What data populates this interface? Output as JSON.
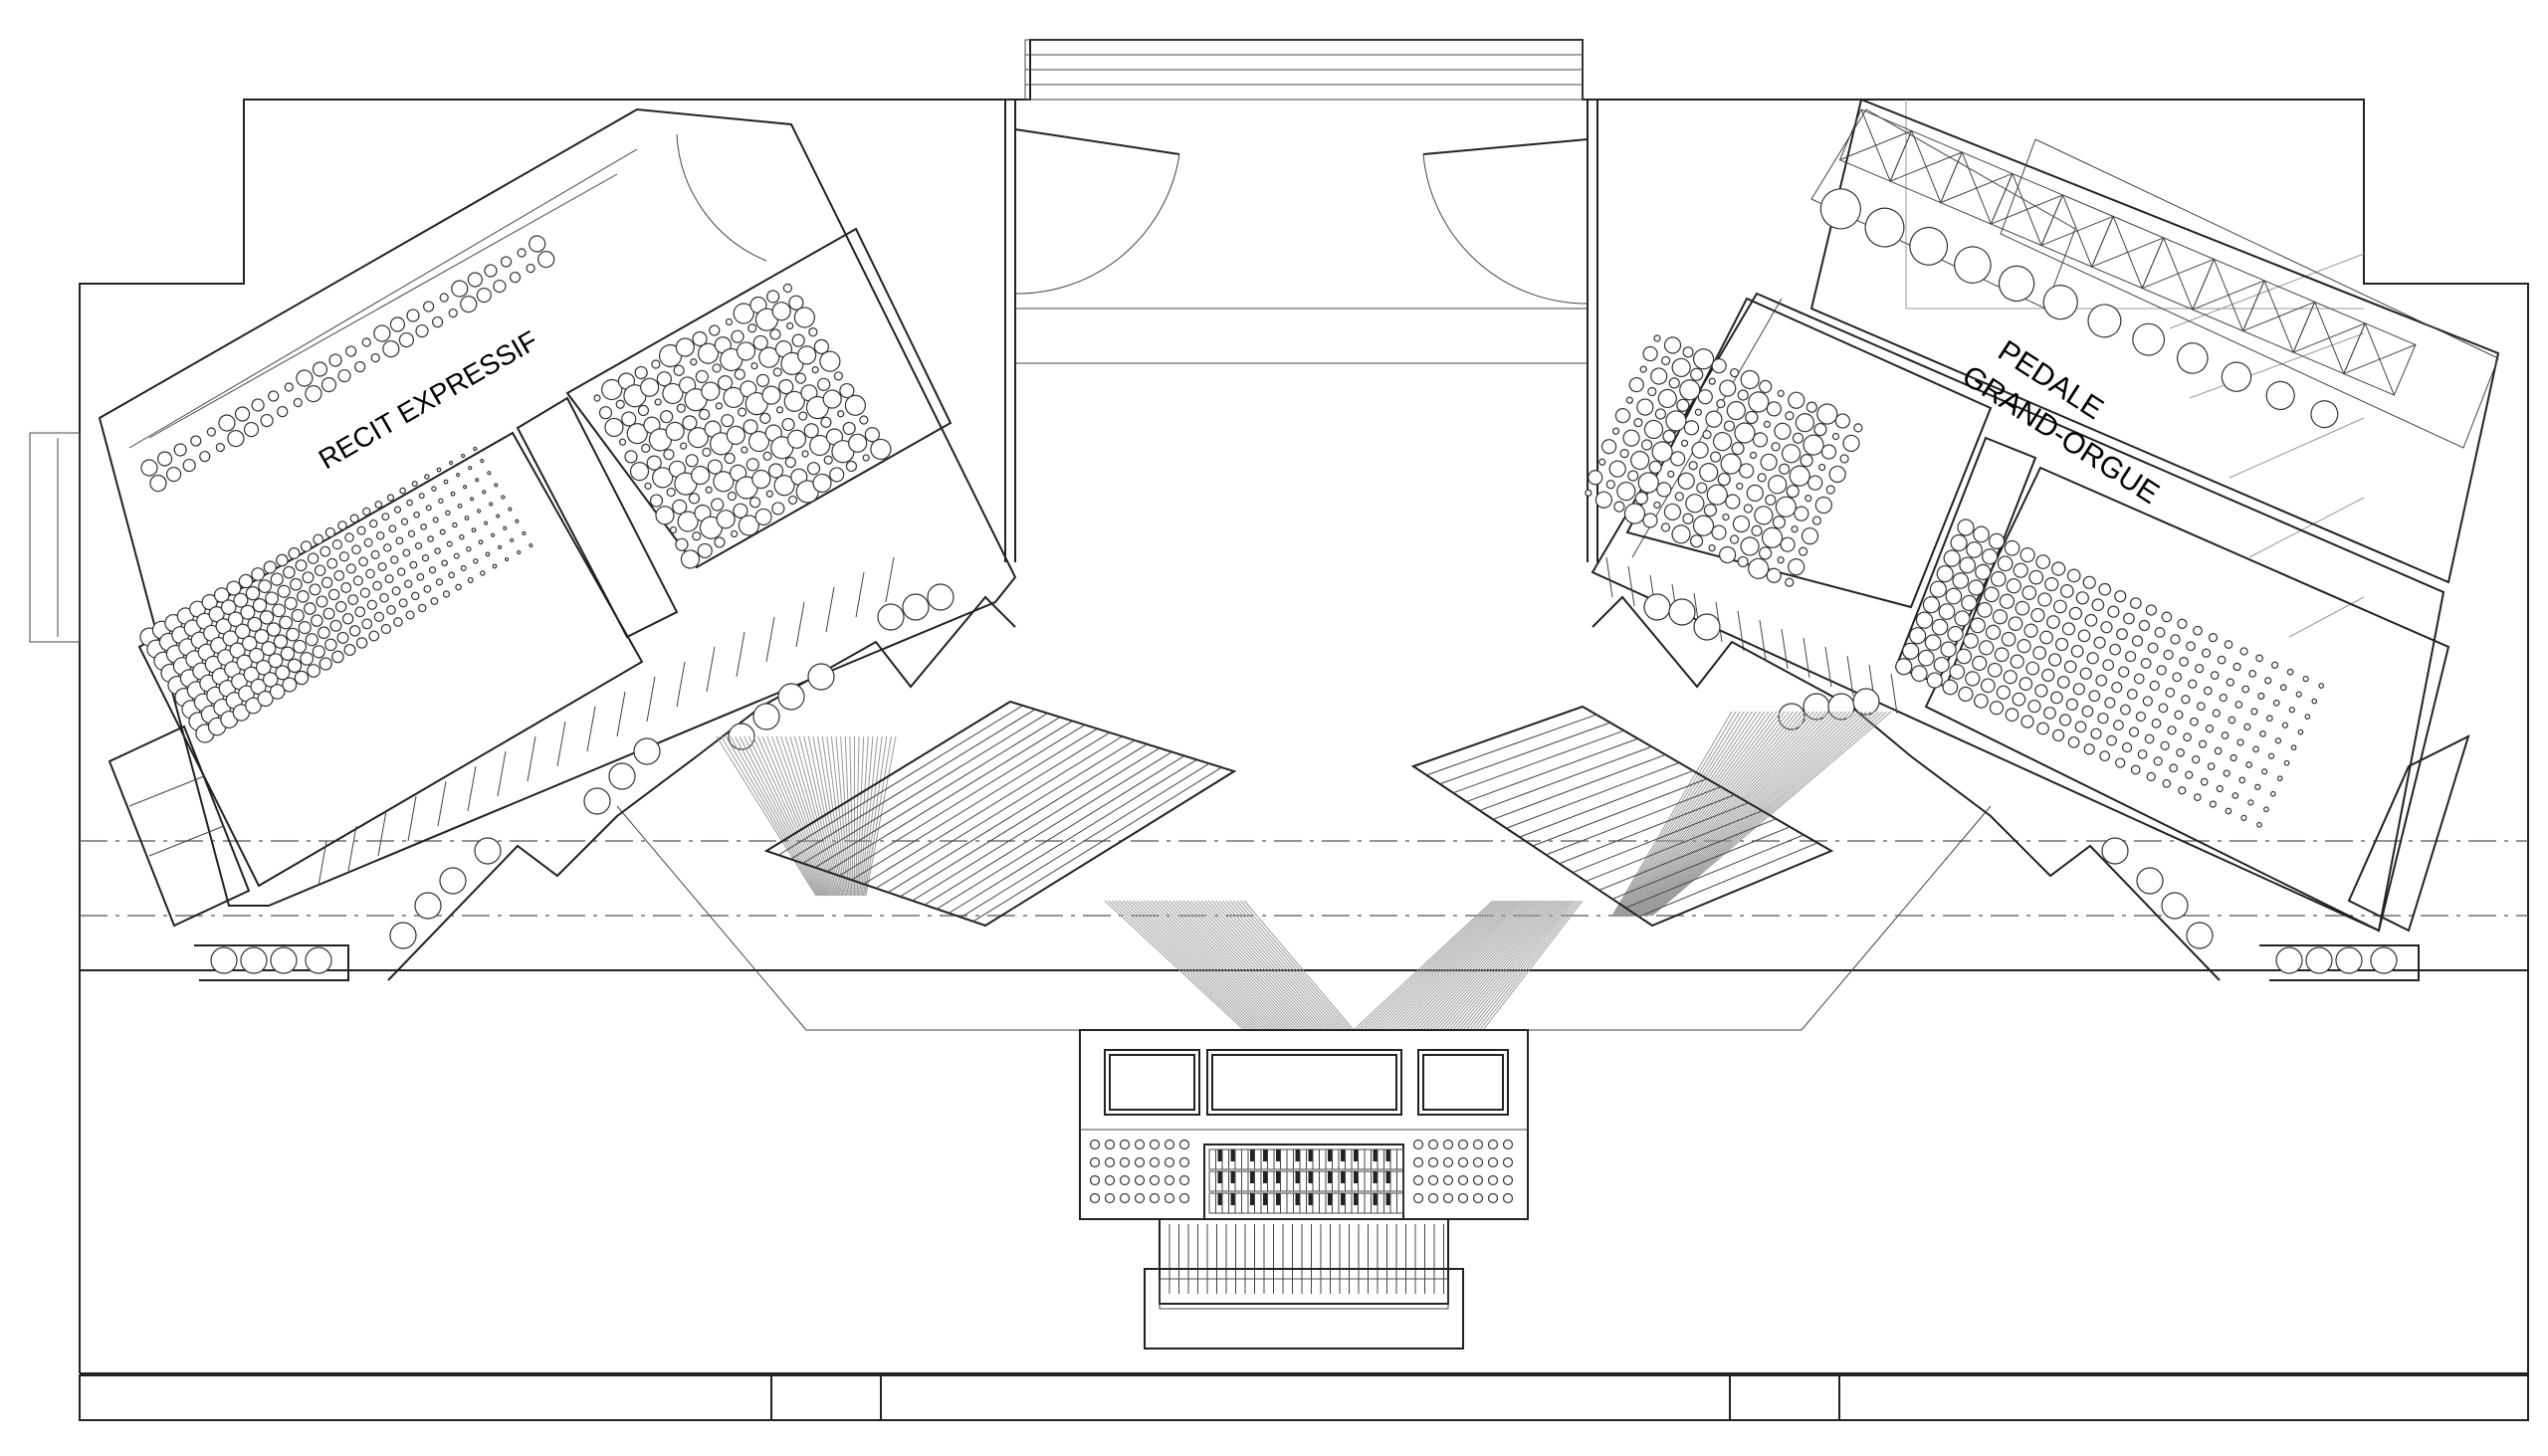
{
  "plan": {
    "labels": {
      "recit": "RECIT EXPRESSIF",
      "pedale": "PEDALE",
      "grand_orgue": "GRAND-ORGUE"
    }
  }
}
